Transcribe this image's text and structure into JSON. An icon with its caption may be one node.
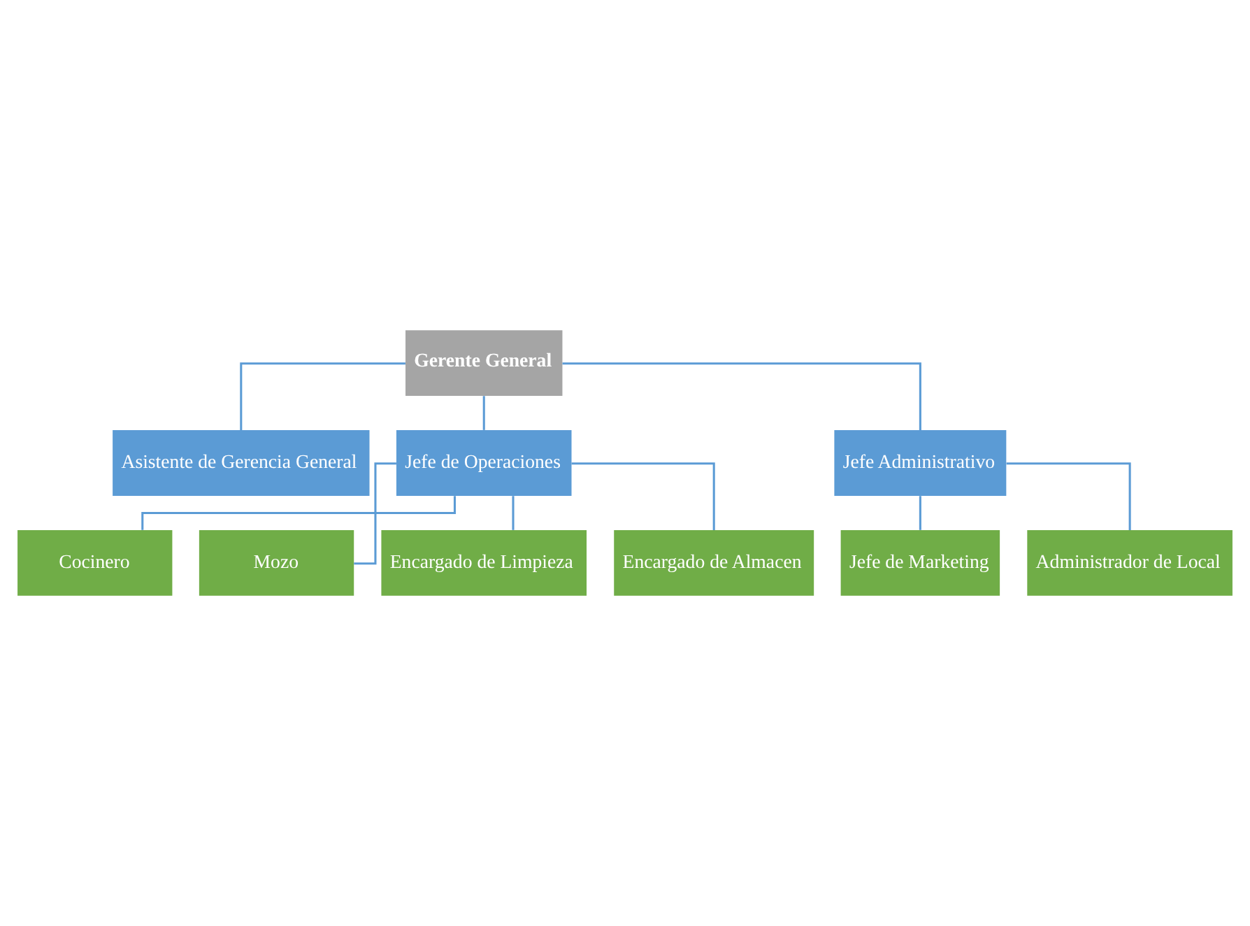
{
  "diagram": {
    "nodes": [
      {
        "text": [
          "Gerente General"
        ]
      },
      {
        "text": [
          "Asistente de Gerencia General"
        ]
      },
      {
        "text": [
          "Jefe de Operaciones"
        ]
      },
      {
        "text": [
          "Jefe Administrativo"
        ]
      },
      {
        "text": [
          "Cocinero"
        ]
      },
      {
        "text": [
          "Mozo"
        ]
      },
      {
        "text": [
          "Encargado de Limpieza"
        ]
      },
      {
        "text": [
          "Encargado de Almacen"
        ]
      },
      {
        "text": [
          "Jefe de Marketing"
        ]
      },
      {
        "text": [
          "Administrador de Local"
        ]
      }
    ],
    "edges": [
      {
        "from": 0,
        "to": 1,
        "arrow": "none"
      },
      {
        "from": 0,
        "to": 2,
        "arrow": "none"
      },
      {
        "from": 0,
        "to": 3,
        "arrow": "none"
      },
      {
        "from": 2,
        "to": 4,
        "arrow": "none"
      },
      {
        "from": 2,
        "to": 5,
        "arrow": "none"
      },
      {
        "from": 2,
        "to": 6,
        "arrow": "none"
      },
      {
        "from": 2,
        "to": 7,
        "arrow": "none"
      },
      {
        "from": 3,
        "to": 8,
        "arrow": "none"
      },
      {
        "from": 3,
        "to": 9,
        "arrow": "none"
      }
    ]
  }
}
